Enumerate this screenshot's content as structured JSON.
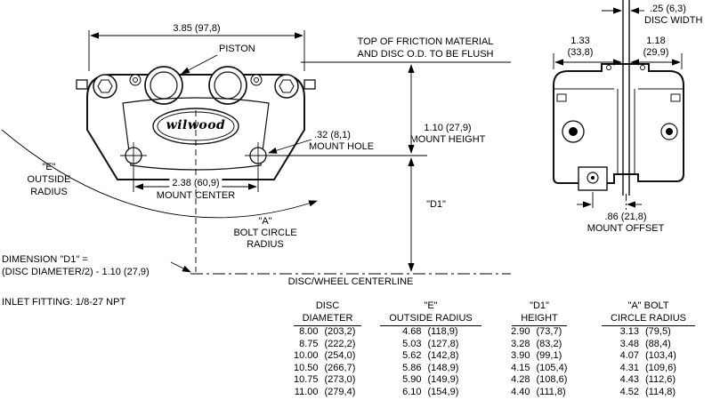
{
  "logo_text": "wilwood",
  "labels": {
    "dim_width_overall": "3.85 (97,8)",
    "piston": "PISTON",
    "flush_note_1": "TOP OF FRICTION MATERIAL",
    "flush_note_2": "AND DISC O.D. TO BE FLUSH",
    "disc_width_value": ".25 (6,3)",
    "disc_width_label": "DISC WIDTH",
    "body_width_left_in": "1.33",
    "body_width_left_mm": "(33,8)",
    "body_width_right_in": "1.18",
    "body_width_right_mm": "(29,9)",
    "mount_height_value": "1.10 (27,9)",
    "mount_height_label": "MOUNT HEIGHT",
    "mount_hole_value": ".32 (8,1)",
    "mount_hole_label": "MOUNT HOLE",
    "e_radius_1": "\"E\"",
    "e_radius_2": "OUTSIDE",
    "e_radius_3": "RADIUS",
    "mount_center_value": "2.38 (60,9)",
    "mount_center_label": "MOUNT CENTER",
    "d1_label": "\"D1\"",
    "a_radius_1": "\"A\"",
    "a_radius_2": "BOLT CIRCLE",
    "a_radius_3": "RADIUS",
    "mount_offset_value": ".86 (21,8)",
    "mount_offset_label": "MOUNT OFFSET",
    "d1_formula_1": "DIMENSION \"D1\" =",
    "d1_formula_2": "(DISC DIAMETER/2) - 1.10 (27,9)",
    "centerline_label": "DISC/WHEEL CENTERLINE",
    "inlet_fitting": "INLET FITTING: 1/8-27 NPT"
  },
  "table": {
    "headers": {
      "disc_1": "DISC",
      "disc_2": "DIAMETER",
      "e_1": "\"E\"",
      "e_2": "OUTSIDE RADIUS",
      "d1_1": "\"D1\"",
      "d1_2": "HEIGHT",
      "a_1": "\"A\" BOLT",
      "a_2": "CIRCLE RADIUS"
    },
    "rows": [
      {
        "disc_in": "8.00",
        "disc_mm": "(203,2)",
        "e_in": "4.68",
        "e_mm": "(118,9)",
        "d1_in": "2.90",
        "d1_mm": "(73,7)",
        "a_in": "3.13",
        "a_mm": "(79,5)"
      },
      {
        "disc_in": "8.75",
        "disc_mm": "(222,2)",
        "e_in": "5.03",
        "e_mm": "(127,8)",
        "d1_in": "3.28",
        "d1_mm": "(83,2)",
        "a_in": "3.48",
        "a_mm": "(88,4)"
      },
      {
        "disc_in": "10.00",
        "disc_mm": "(254,0)",
        "e_in": "5.62",
        "e_mm": "(142,8)",
        "d1_in": "3.90",
        "d1_mm": "(99,1)",
        "a_in": "4.07",
        "a_mm": "(103,4)"
      },
      {
        "disc_in": "10.50",
        "disc_mm": "(266,7)",
        "e_in": "5.86",
        "e_mm": "(148,9)",
        "d1_in": "4.15",
        "d1_mm": "(105,4)",
        "a_in": "4.31",
        "a_mm": "(109,6)"
      },
      {
        "disc_in": "10.75",
        "disc_mm": "(273,0)",
        "e_in": "5.90",
        "e_mm": "(149,9)",
        "d1_in": "4.28",
        "d1_mm": "(108,6)",
        "a_in": "4.43",
        "a_mm": "(112,6)"
      },
      {
        "disc_in": "11.00",
        "disc_mm": "(279,4)",
        "e_in": "6.10",
        "e_mm": "(154,9)",
        "d1_in": "4.40",
        "d1_mm": "(111,8)",
        "a_in": "4.52",
        "a_mm": "(114,8)"
      }
    ]
  }
}
